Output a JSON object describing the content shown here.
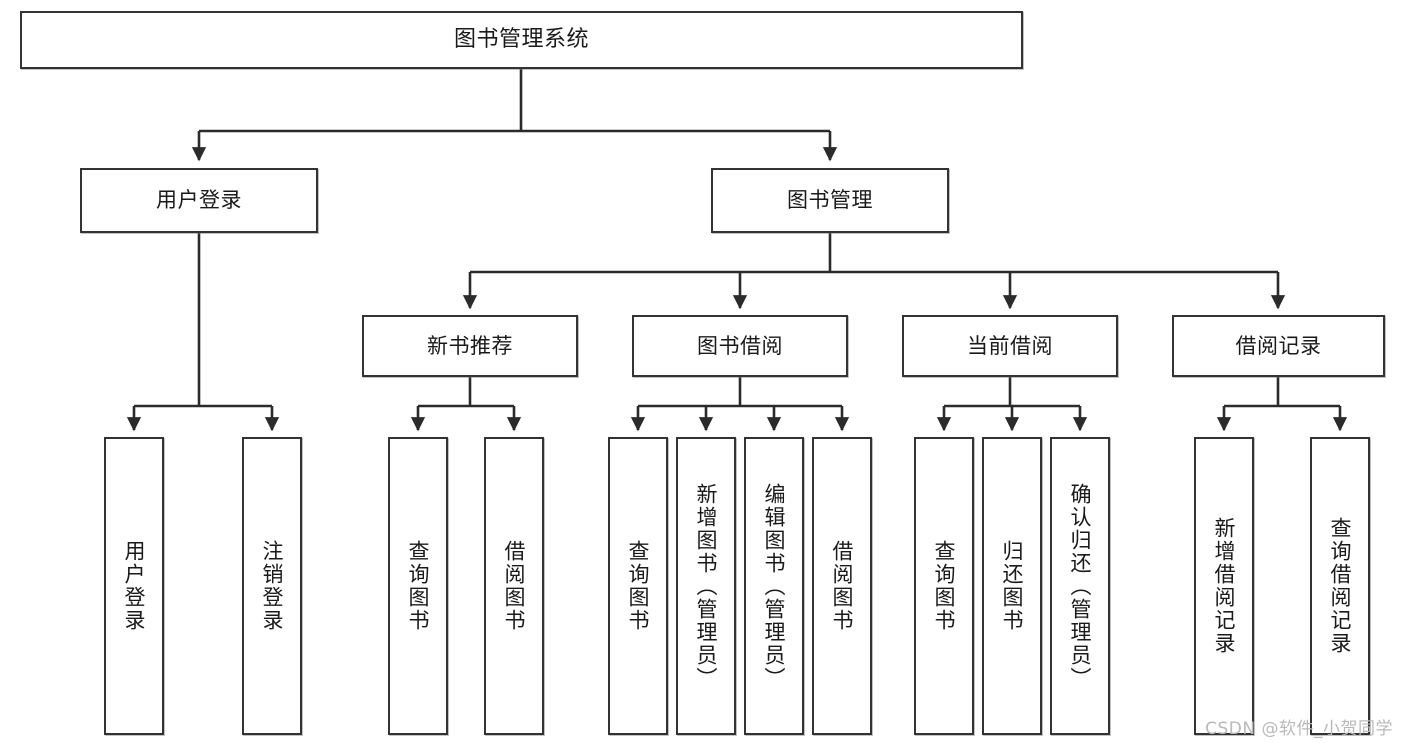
{
  "diagram": {
    "title": "图书管理系统",
    "watermark": "CSDN @软件_小贺同学",
    "nodes": {
      "root": {
        "label": "图书管理系统"
      },
      "level2": [
        {
          "id": "user-login",
          "label": "用户登录"
        },
        {
          "id": "book-management",
          "label": "图书管理"
        }
      ],
      "level3": [
        {
          "id": "new-book-recommend",
          "label": "新书推荐"
        },
        {
          "id": "book-borrow",
          "label": "图书借阅"
        },
        {
          "id": "current-borrow",
          "label": "当前借阅"
        },
        {
          "id": "borrow-record",
          "label": "借阅记录"
        }
      ],
      "leaves": {
        "user_login": [
          {
            "id": "leaf-user-login",
            "label": "用户登录"
          },
          {
            "id": "leaf-logout-login",
            "label": "注销登录"
          }
        ],
        "new_book_recommend": [
          {
            "id": "leaf-query-book-1",
            "label": "查询图书"
          },
          {
            "id": "leaf-borrow-book-1",
            "label": "借阅图书"
          }
        ],
        "book_borrow": [
          {
            "id": "leaf-query-book-2",
            "label": "查询图书"
          },
          {
            "id": "leaf-add-book",
            "label": "新增图书（管理员）"
          },
          {
            "id": "leaf-edit-book",
            "label": "编辑图书（管理员）"
          },
          {
            "id": "leaf-borrow-book-2",
            "label": "借阅图书"
          }
        ],
        "current_borrow": [
          {
            "id": "leaf-query-book-3",
            "label": "查询图书"
          },
          {
            "id": "leaf-return-book",
            "label": "归还图书"
          },
          {
            "id": "leaf-confirm-return",
            "label": "确认归还（管理员）"
          }
        ],
        "borrow_record": [
          {
            "id": "leaf-add-borrow-record",
            "label": "新增借阅记录"
          },
          {
            "id": "leaf-query-borrow-record",
            "label": "查询借阅记录"
          }
        ]
      }
    },
    "colors": {
      "border": "#333333",
      "background": "#ffffff",
      "text": "#1a1a1a",
      "watermark": "#b9b9b9"
    }
  }
}
